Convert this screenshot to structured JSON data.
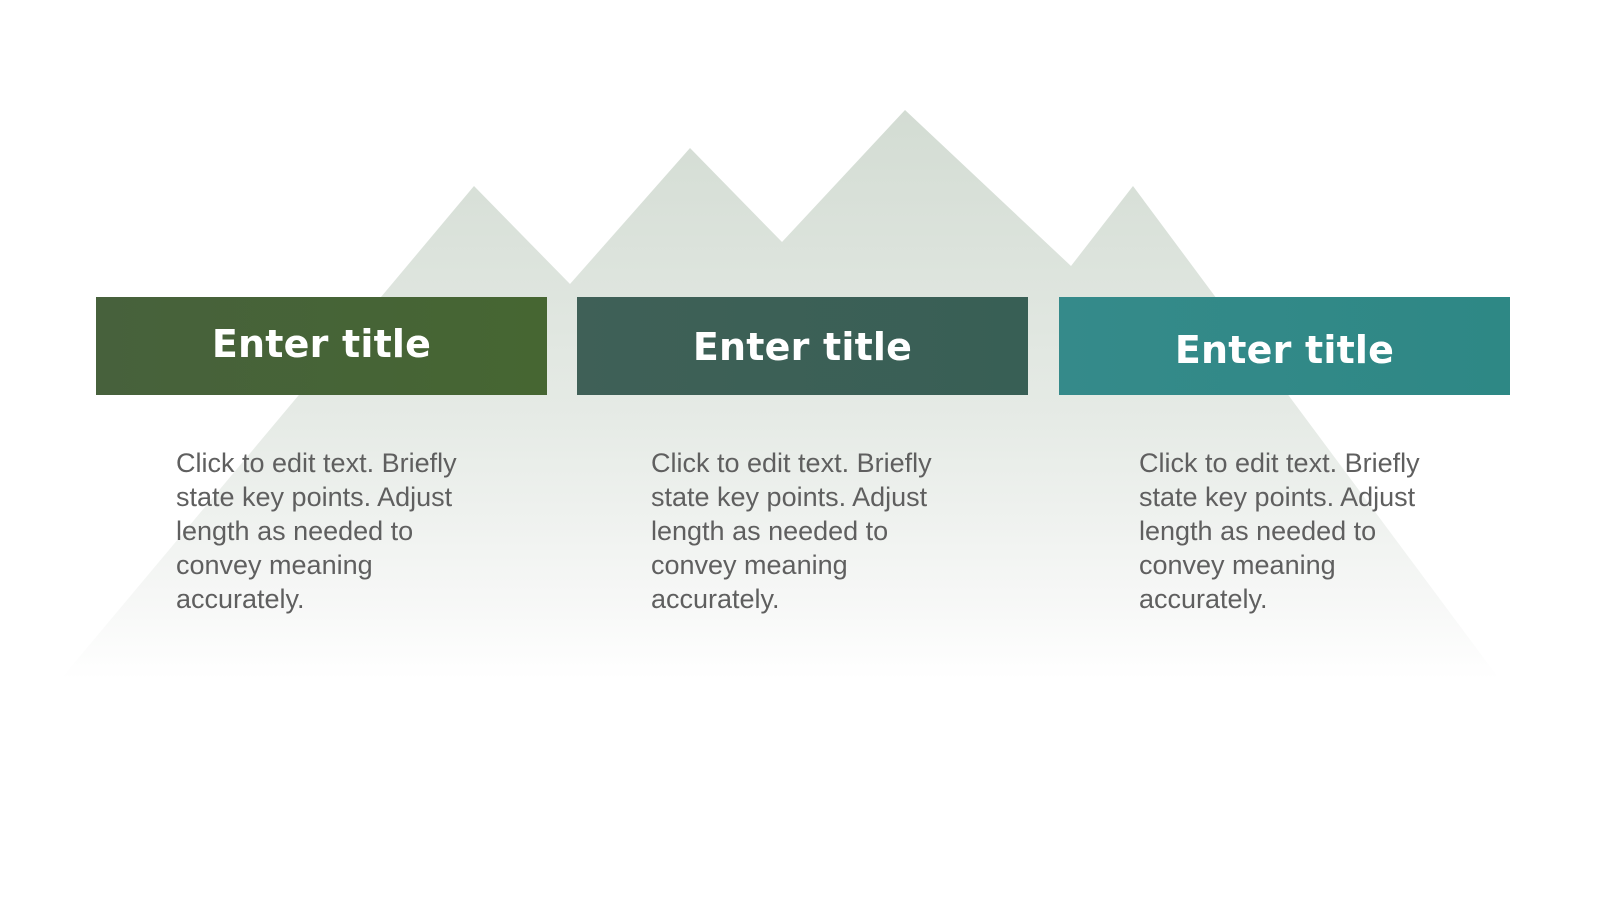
{
  "colors": {
    "mountain_top": "#d3dcd3",
    "mountain_bottom": "#ffffff",
    "title_1_start": "#47613c",
    "title_1_end": "#466632",
    "title_2_start": "#3f6057",
    "title_2_end": "#385f55",
    "title_3_start": "#358a8a",
    "title_3_end": "#2e8885",
    "body_text": "#5f5f5f",
    "title_text": "#ffffff"
  },
  "panels": [
    {
      "title": "Enter title",
      "body": "Click to edit text. Briefly state key points. Adjust length as needed to convey meaning accurately."
    },
    {
      "title": "Enter title",
      "body": "Click to edit text. Briefly state key points. Adjust length as needed to convey meaning accurately."
    },
    {
      "title": "Enter title",
      "body": "Click to edit text. Briefly state key points. Adjust length as needed to convey meaning accurately."
    }
  ]
}
